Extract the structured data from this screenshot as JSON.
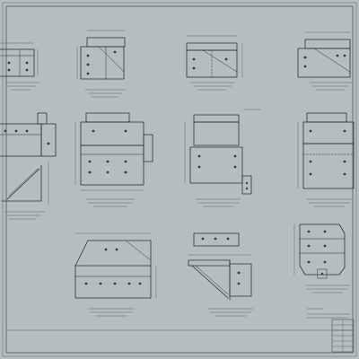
{
  "sheet": {
    "paper_color": "#b9c0c2",
    "ink_color": "#2c3338",
    "border_color": "#5c6468",
    "detail_count": 12
  },
  "details": [
    {
      "id": "detail-1"
    },
    {
      "id": "detail-2"
    },
    {
      "id": "detail-3"
    },
    {
      "id": "detail-4"
    },
    {
      "id": "detail-5"
    },
    {
      "id": "detail-6"
    },
    {
      "id": "detail-7"
    },
    {
      "id": "detail-8"
    },
    {
      "id": "detail-9"
    },
    {
      "id": "detail-10"
    },
    {
      "id": "detail-11"
    },
    {
      "id": "detail-12"
    }
  ]
}
